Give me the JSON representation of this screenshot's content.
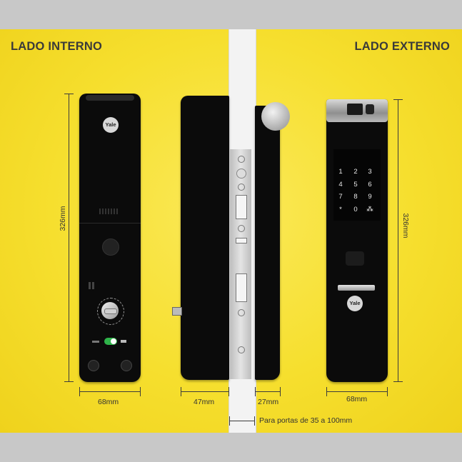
{
  "headings": {
    "inside": "LADO INTERNO",
    "outside": "LADO EXTERNO"
  },
  "dimensions": {
    "inside_height": "326mm",
    "inside_width": "68mm",
    "outside_height": "326mm",
    "outside_width": "68mm",
    "side_inner_depth": "47mm",
    "side_outer_depth": "27mm",
    "door_range": "Para portas de 35 a 100mm"
  },
  "brand": "Yale",
  "keypad": [
    "1",
    "2",
    "3",
    "4",
    "5",
    "6",
    "7",
    "8",
    "9",
    "*",
    "0",
    "⁂"
  ],
  "colors": {
    "background_yellow": "#f6df2e",
    "device_black": "#0b0b0b",
    "metal": "#c9c9c9",
    "toggle_green": "#2fb34a"
  }
}
